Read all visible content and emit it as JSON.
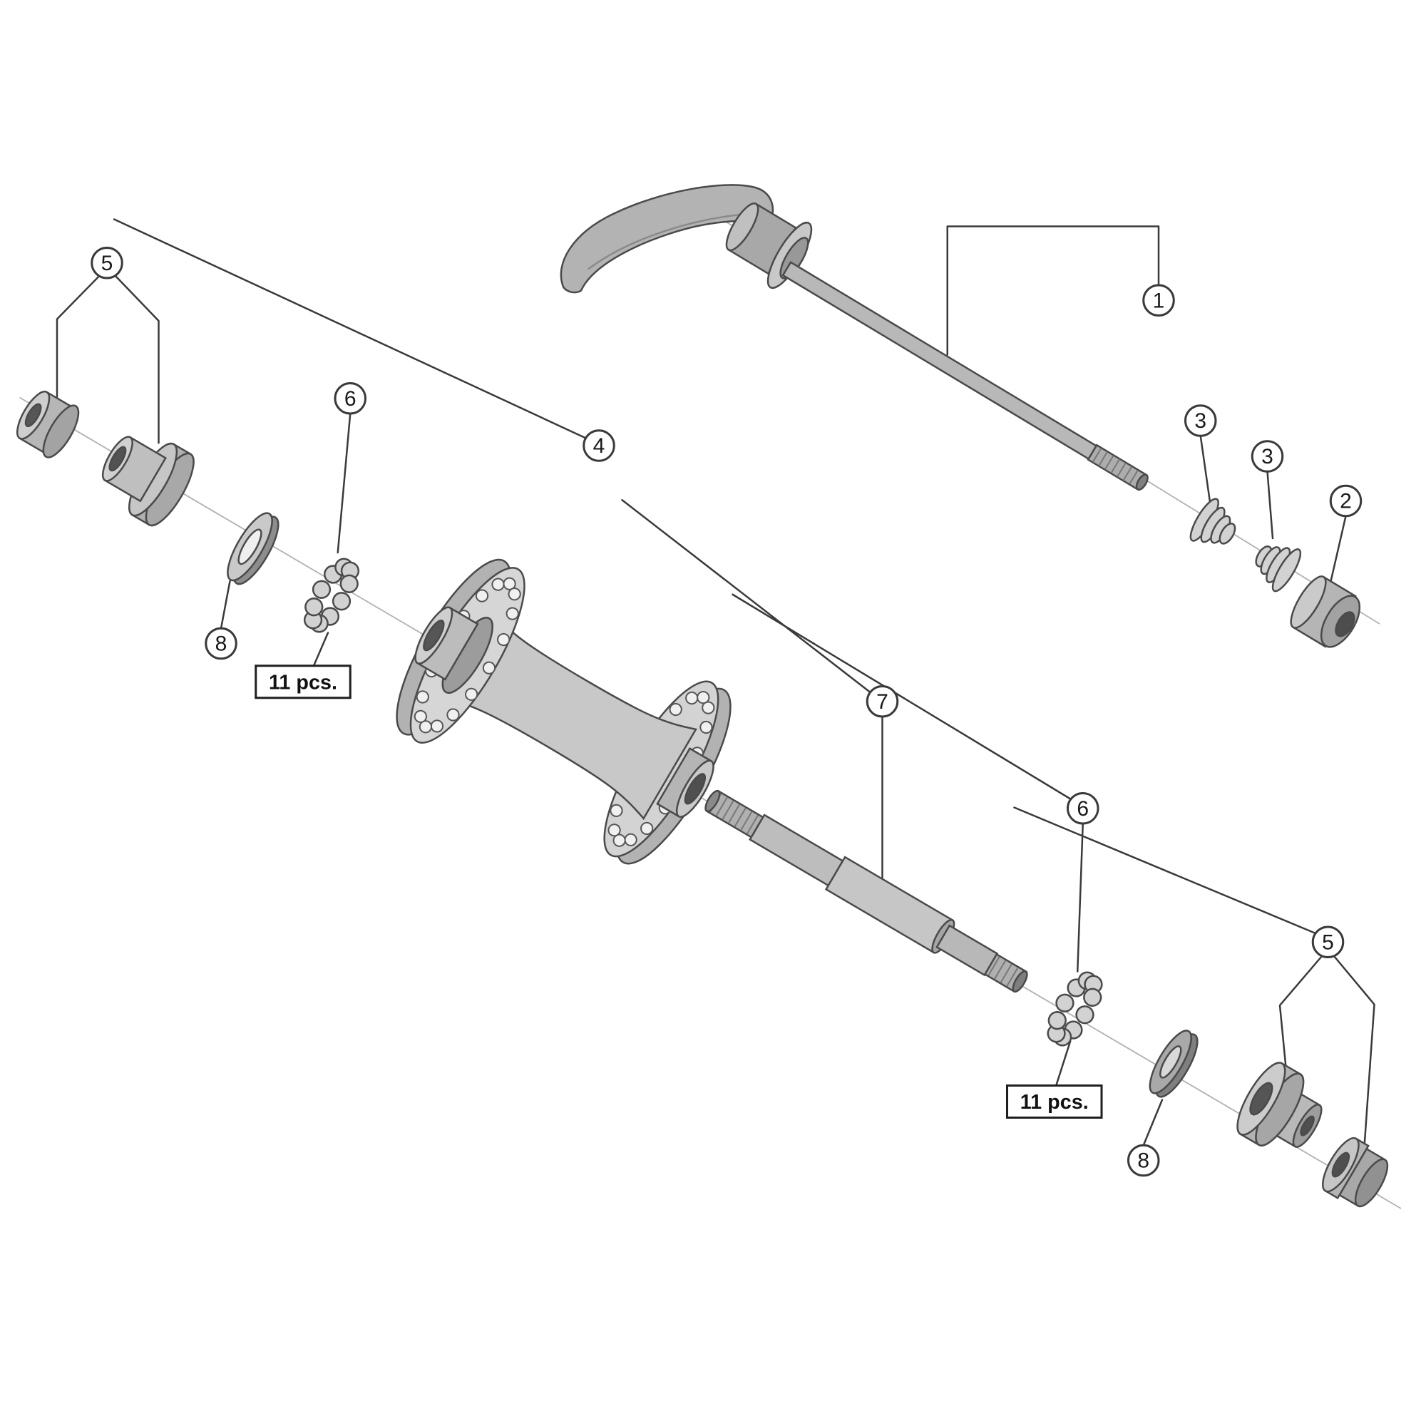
{
  "diagram": {
    "kind": "exploded-parts-diagram",
    "subject": "bicycle front hub with quick release skewer",
    "callouts": [
      {
        "id": "callout-5-top",
        "number": "5"
      },
      {
        "id": "callout-8-top",
        "number": "8"
      },
      {
        "id": "callout-6-top",
        "number": "6"
      },
      {
        "id": "callout-4",
        "number": "4"
      },
      {
        "id": "callout-1",
        "number": "1"
      },
      {
        "id": "callout-3-left",
        "number": "3"
      },
      {
        "id": "callout-3-right",
        "number": "3"
      },
      {
        "id": "callout-2",
        "number": "2"
      },
      {
        "id": "callout-7",
        "number": "7"
      },
      {
        "id": "callout-6-bottom",
        "number": "6"
      },
      {
        "id": "callout-8-bottom",
        "number": "8"
      },
      {
        "id": "callout-5-bottom",
        "number": "5"
      }
    ],
    "quantity_labels": [
      {
        "id": "qty-top",
        "text": "11 pcs."
      },
      {
        "id": "qty-bottom",
        "text": "11 pcs."
      }
    ],
    "colors": {
      "background": "#ffffff",
      "outline": "#4a4a4a",
      "leader_line": "#3a3a3a",
      "part_light": "#d6d6d6",
      "part_mid": "#b8b8b8",
      "part_dark": "#8f8f8f",
      "hole_dark": "#555555"
    }
  }
}
